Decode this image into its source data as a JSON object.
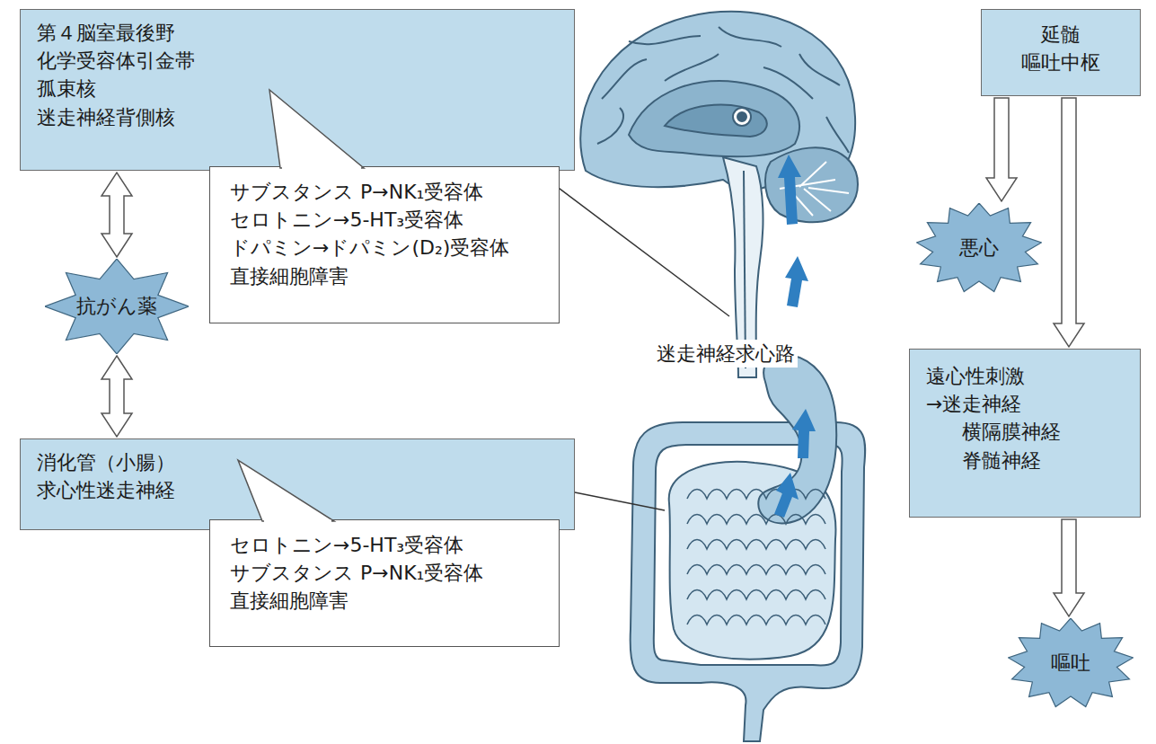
{
  "diagram": {
    "nodes": [
      {
        "text": [
          "第４脳室最後野",
          "化学受容体引金帯",
          "孤束核",
          "迷走神経背側核"
        ]
      },
      {
        "text": [
          "サブスタンス P→NK₁受容体",
          "セロトニン→5-HT₃受容体",
          "ドパミン→ドパミン(D₂)受容体",
          "直接細胞障害"
        ]
      },
      {
        "text": [
          "抗がん薬"
        ]
      },
      {
        "text": [
          "消化管（小腸）",
          "求心性迷走神経"
        ]
      },
      {
        "text": [
          "セロトニン→5-HT₃受容体",
          "サブスタンス P→NK₁受容体",
          "直接細胞障害"
        ]
      },
      {
        "text": [
          "延髄",
          "嘔吐中枢"
        ]
      },
      {
        "text": [
          "悪心"
        ]
      },
      {
        "text": [
          "遠心性刺激",
          "→迷走神経",
          "横隔膜神経",
          "脊髄神経"
        ]
      },
      {
        "text": [
          "嘔吐"
        ]
      }
    ],
    "edges": [
      {
        "from": 2,
        "to": 0,
        "arrow": "both"
      },
      {
        "from": 2,
        "to": 3,
        "arrow": "both"
      },
      {
        "from": 5,
        "to": 6,
        "arrow": "to"
      },
      {
        "from": 5,
        "to": 7,
        "arrow": "to"
      },
      {
        "from": 7,
        "to": 8,
        "arrow": "to"
      }
    ],
    "labels": [
      "迷走神経求心路"
    ]
  }
}
